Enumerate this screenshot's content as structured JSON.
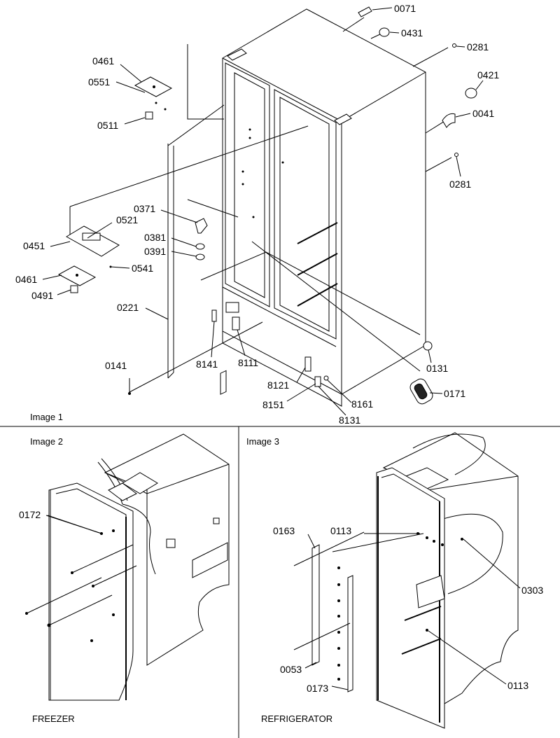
{
  "captions": {
    "image1": "Image 1",
    "image2": "Image 2",
    "image3": "Image 3",
    "freezer": "FREEZER",
    "refrigerator": "REFRIGERATOR"
  },
  "labels": {
    "p0071": "0071",
    "p0431": "0431",
    "p0281a": "0281",
    "p0421": "0421",
    "p0041": "0041",
    "p0281b": "0281",
    "p0461a": "0461",
    "p0551": "0551",
    "p0511": "0511",
    "p0371": "0371",
    "p0521": "0521",
    "p0451": "0451",
    "p0381": "0381",
    "p0391": "0391",
    "p0461b": "0461",
    "p0541": "0541",
    "p0491": "0491",
    "p0221": "0221",
    "p0141": "0141",
    "p8141": "8141",
    "p8111": "8111",
    "p0131": "0131",
    "p8121": "8121",
    "p0171": "0171",
    "p8151": "8151",
    "p8161": "8161",
    "p8131": "8131",
    "p0172": "0172",
    "p0163": "0163",
    "p0113a": "0113",
    "p0303": "0303",
    "p0053": "0053",
    "p0173": "0173",
    "p0113b": "0113"
  }
}
